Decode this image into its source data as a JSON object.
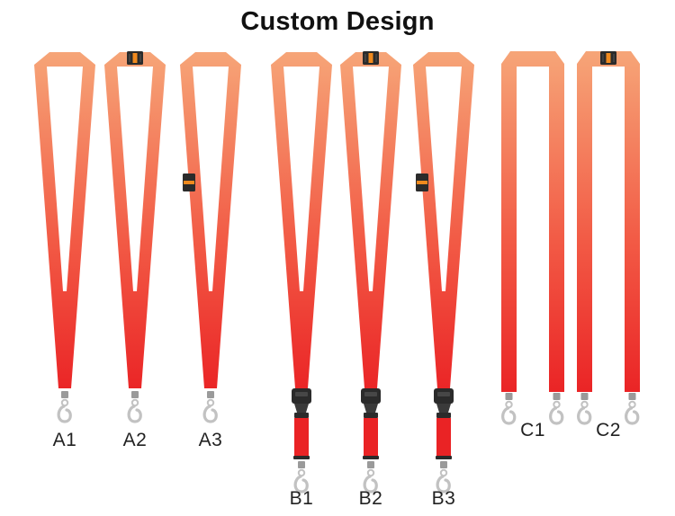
{
  "title": "Custom Design",
  "colors": {
    "gradient_top": "#f6a477",
    "gradient_mid": "#f25a45",
    "gradient_bottom": "#ea2325",
    "buckle": "#2b2b2b",
    "buckle_accent": "#f08a1e",
    "hook": "#c2c2c2"
  },
  "lanyards": [
    {
      "label": "A1",
      "style": "v-shape",
      "accessories": []
    },
    {
      "label": "A2",
      "style": "v-shape",
      "accessories": [
        "safety-breakaway-top"
      ]
    },
    {
      "label": "A3",
      "style": "v-shape",
      "accessories": [
        "safety-breakaway-side"
      ]
    },
    {
      "label": "B1",
      "style": "v-shape",
      "accessories": [
        "detachable-buckle"
      ]
    },
    {
      "label": "B2",
      "style": "v-shape",
      "accessories": [
        "safety-breakaway-top",
        "detachable-buckle"
      ]
    },
    {
      "label": "B3",
      "style": "v-shape",
      "accessories": [
        "safety-breakaway-side",
        "detachable-buckle"
      ]
    },
    {
      "label": "C1",
      "style": "double-end",
      "accessories": []
    },
    {
      "label": "C2",
      "style": "double-end",
      "accessories": [
        "safety-breakaway-top"
      ]
    }
  ]
}
